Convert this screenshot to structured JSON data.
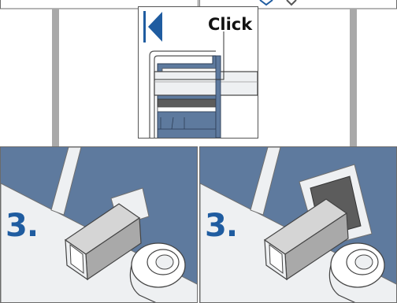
{
  "colors": {
    "wall_blue": "#5e7a9e",
    "accent_blue": "#1f5ca0",
    "wall_white": "#eef0f2",
    "line_gray": "#6f6f6f",
    "rail_gray": "#a9a9a9",
    "seal_gray": "#5c5c5c"
  },
  "detail": {
    "label": "Click",
    "marker_icon": "triangle-left-icon"
  },
  "panels": [
    {
      "step": "3.",
      "tape_icon": "tape-roll-icon"
    },
    {
      "step": "3.",
      "tape_icon": "tape-roll-icon"
    }
  ]
}
